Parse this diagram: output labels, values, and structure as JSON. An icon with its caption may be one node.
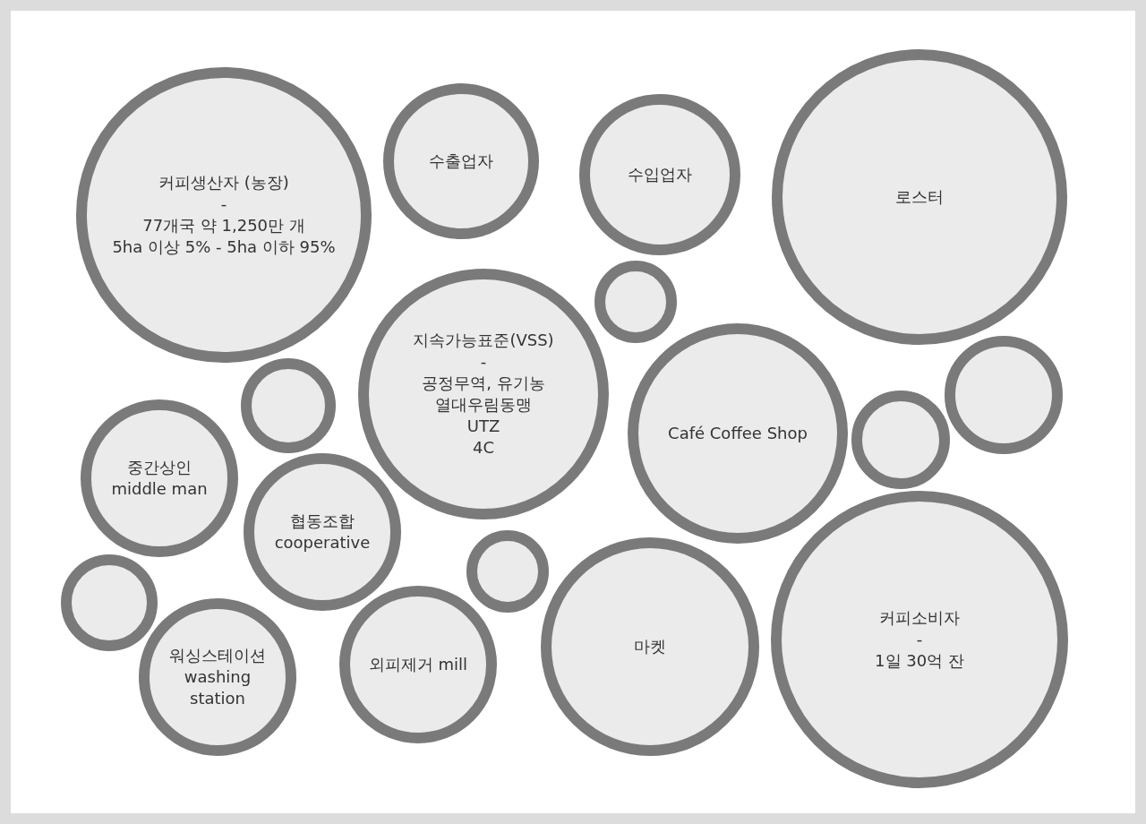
{
  "diagram": {
    "nodes": [
      {
        "text": [
          "커피생산자 (농장)",
          "-",
          "77개국 약 1,250만 개",
          "5ha 이상 5% - 5ha 이하 95%"
        ]
      },
      {
        "text": [
          "수출업자"
        ]
      },
      {
        "text": [
          "수입업자"
        ]
      },
      {
        "text": [
          "로스터"
        ]
      },
      {
        "text": [],
        "shape": "circle"
      },
      {
        "text": [
          "지속가능표준(VSS)",
          "-",
          "공정무역, 유기농",
          "열대우림동맹",
          "UTZ",
          "4C"
        ]
      },
      {
        "text": [],
        "shape": "circle"
      },
      {
        "text": [],
        "shape": "circle"
      },
      {
        "text": [
          "Café Coffee Shop"
        ]
      },
      {
        "text": [],
        "shape": "circle"
      },
      {
        "text": [
          "중간상인 middle man"
        ]
      },
      {
        "text": [
          "협동조합 cooperative"
        ]
      },
      {
        "text": [],
        "shape": "circle"
      },
      {
        "text": [],
        "shape": "circle"
      },
      {
        "text": [
          "마켓"
        ]
      },
      {
        "text": [
          "커피소비자",
          "-",
          "1일 30억 잔"
        ]
      },
      {
        "text": [
          "워싱스테이션 washing station"
        ]
      },
      {
        "text": [
          "외피제거 mill"
        ]
      }
    ]
  }
}
